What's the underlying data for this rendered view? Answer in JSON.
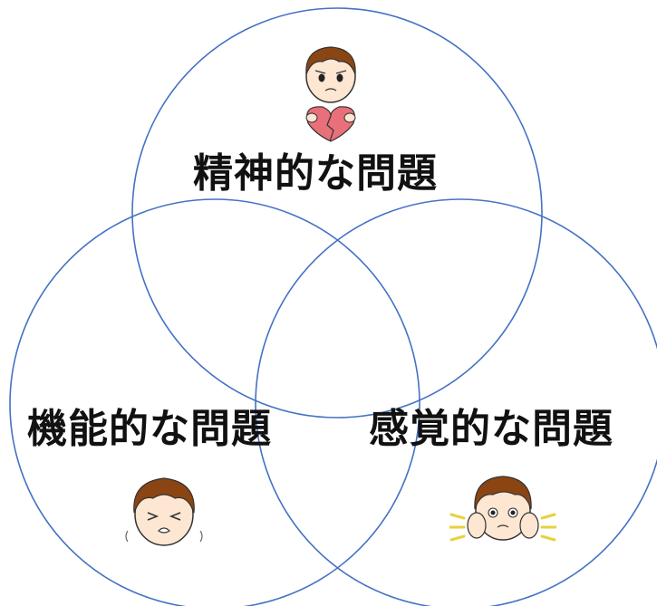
{
  "diagram": {
    "circle_color": "#4472c4",
    "circles": [
      {
        "name": "circle-mental",
        "label": "精神的な問題",
        "icon": "heartbroken-boy-icon"
      },
      {
        "name": "circle-functional",
        "label": "機能的な問題",
        "icon": "wincing-boy-icon"
      },
      {
        "name": "circle-sensory",
        "label": "感覚的な問題",
        "icon": "covering-ears-boy-icon"
      }
    ]
  },
  "colors": {
    "hair": "#8b4513",
    "skin": "#fde6d2",
    "heart": "#e8707a",
    "sound_lines": "#e6d23c",
    "text": "#111111"
  }
}
